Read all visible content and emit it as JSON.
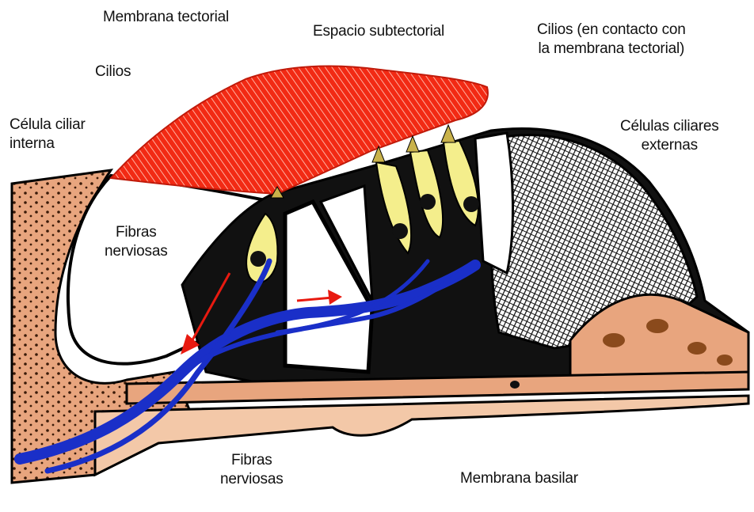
{
  "labels": {
    "membrana_tectorial": "Membrana tectorial",
    "espacio_subtectorial": "Espacio subtectorial",
    "cilios_contacto": "Cilios (en contacto con\nla membrana tectorial)",
    "cilios": "Cilios",
    "celula_ciliar_interna": "Célula ciliar\ninterna",
    "celulas_ciliares_externas": "Células ciliares\nexternas",
    "fibras_nerviosas_upper": "Fibras\nnerviosas",
    "fibras_nerviosas_lower": "Fibras\nnerviosas",
    "membrana_basilar": "Membrana basilar"
  },
  "colors": {
    "tectorial": "#f22a14",
    "tissue": "#e8a57e",
    "hair_cell": "#f4ee8c",
    "nerve": "#1a2fc8",
    "outline": "#000000"
  }
}
